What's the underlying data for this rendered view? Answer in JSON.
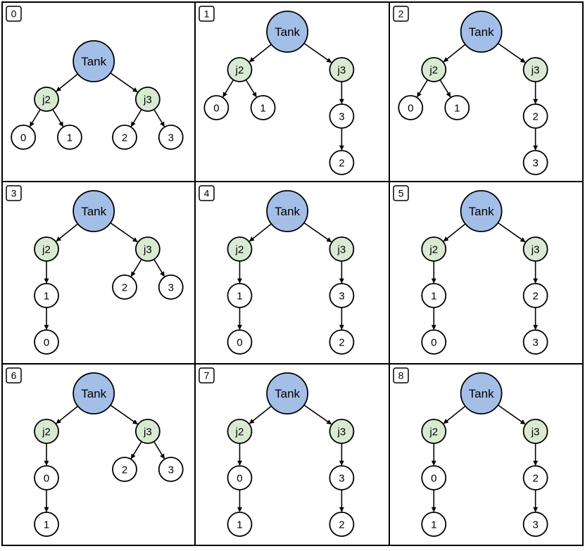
{
  "colors": {
    "tank_fill": "#a4bfe7",
    "junction_fill": "#d9ead3",
    "node_fill": "#ffffff",
    "stroke": "#000000",
    "background": "#ffffff"
  },
  "tank_label": "Tank",
  "junctions": [
    "j2",
    "j3"
  ],
  "panels": [
    {
      "id": "0",
      "left": [
        "0",
        "1"
      ],
      "left_layout": "split",
      "right": [
        "2",
        "3"
      ],
      "right_layout": "split"
    },
    {
      "id": "1",
      "left": [
        "0",
        "1"
      ],
      "left_layout": "split",
      "right": [
        "3",
        "2"
      ],
      "right_layout": "chain"
    },
    {
      "id": "2",
      "left": [
        "0",
        "1"
      ],
      "left_layout": "split",
      "right": [
        "2",
        "3"
      ],
      "right_layout": "chain"
    },
    {
      "id": "3",
      "left": [
        "1",
        "0"
      ],
      "left_layout": "chain",
      "right": [
        "2",
        "3"
      ],
      "right_layout": "split"
    },
    {
      "id": "4",
      "left": [
        "1",
        "0"
      ],
      "left_layout": "chain",
      "right": [
        "3",
        "2"
      ],
      "right_layout": "chain"
    },
    {
      "id": "5",
      "left": [
        "1",
        "0"
      ],
      "left_layout": "chain",
      "right": [
        "2",
        "3"
      ],
      "right_layout": "chain"
    },
    {
      "id": "6",
      "left": [
        "0",
        "1"
      ],
      "left_layout": "chain",
      "right": [
        "2",
        "3"
      ],
      "right_layout": "split"
    },
    {
      "id": "7",
      "left": [
        "0",
        "1"
      ],
      "left_layout": "chain",
      "right": [
        "3",
        "2"
      ],
      "right_layout": "chain"
    },
    {
      "id": "8",
      "left": [
        "0",
        "1"
      ],
      "left_layout": "chain",
      "right": [
        "2",
        "3"
      ],
      "right_layout": "chain"
    }
  ]
}
